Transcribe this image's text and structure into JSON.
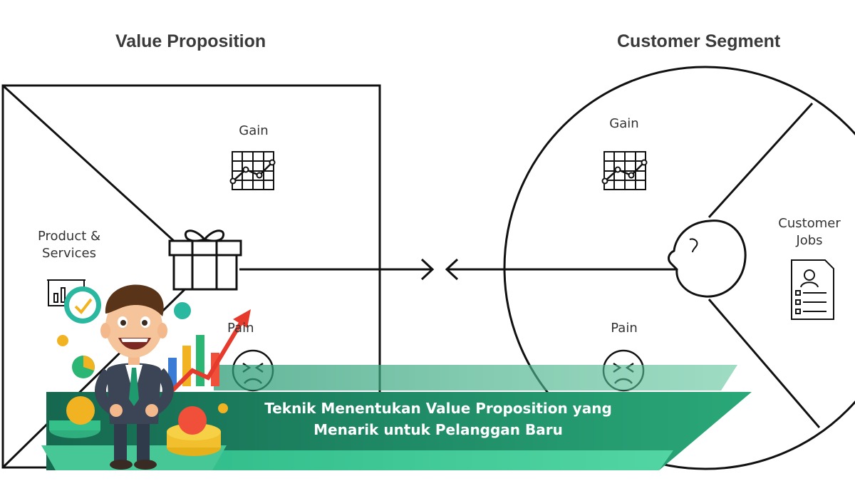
{
  "diagram": {
    "value_proposition": {
      "title": "Value Proposition",
      "gain_label": "Gain",
      "pain_label": "Pain",
      "products_label": [
        "Product &",
        "Services"
      ]
    },
    "customer_segment": {
      "title": "Customer Segment",
      "gain_label": "Gain",
      "pain_label": "Pain",
      "jobs_label": [
        "Customer",
        "Jobs"
      ]
    }
  },
  "banner": {
    "line1": "Teknik Menentukan Value Proposition yang",
    "line2": "Menarik untuk Pelanggan Baru"
  },
  "colors": {
    "banner_dark": "#1b7a5e",
    "banner_light": "#3ccf98",
    "line": "#111111"
  },
  "icons": [
    "gift-icon",
    "growth-chart-icon",
    "sad-face-icon",
    "customer-head-icon",
    "job-document-icon",
    "businessman-illustration"
  ]
}
